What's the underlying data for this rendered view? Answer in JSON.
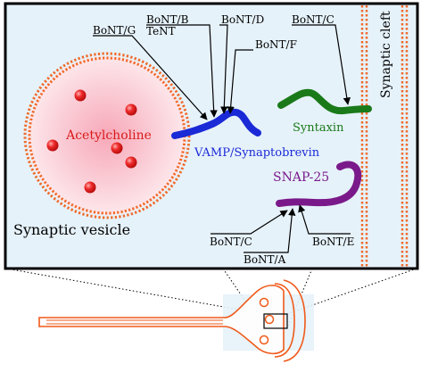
{
  "labels": {
    "vesicle": "Synaptic vesicle",
    "neurotransmitter": "Acetylcholine",
    "cleft": "Synaptic cleft",
    "vamp": "VAMP/Synaptobrevin",
    "syntaxin": "Syntaxin",
    "snap25": "SNAP-25"
  },
  "toxins": {
    "bont_b": "BoNT/B",
    "tent": "TeNT",
    "bont_g": "BoNT/G",
    "bont_d": "BoNT/D",
    "bont_f": "BoNT/F",
    "bont_c_top": "BoNT/C",
    "bont_c_bottom": "BoNT/C",
    "bont_a": "BoNT/A",
    "bont_e": "BoNT/E"
  },
  "colors": {
    "panel_bg": "#e6f2fa",
    "membrane": "#f06a2a",
    "vamp": "#1a2ad6",
    "syntaxin": "#1a7a1a",
    "snap25": "#7a1a8a",
    "acetylcholine_text": "#d81a1a",
    "molecule": "#e8242a",
    "neuron_outline": "#f05a1a",
    "neuron_fill": "#e6f2fa"
  }
}
